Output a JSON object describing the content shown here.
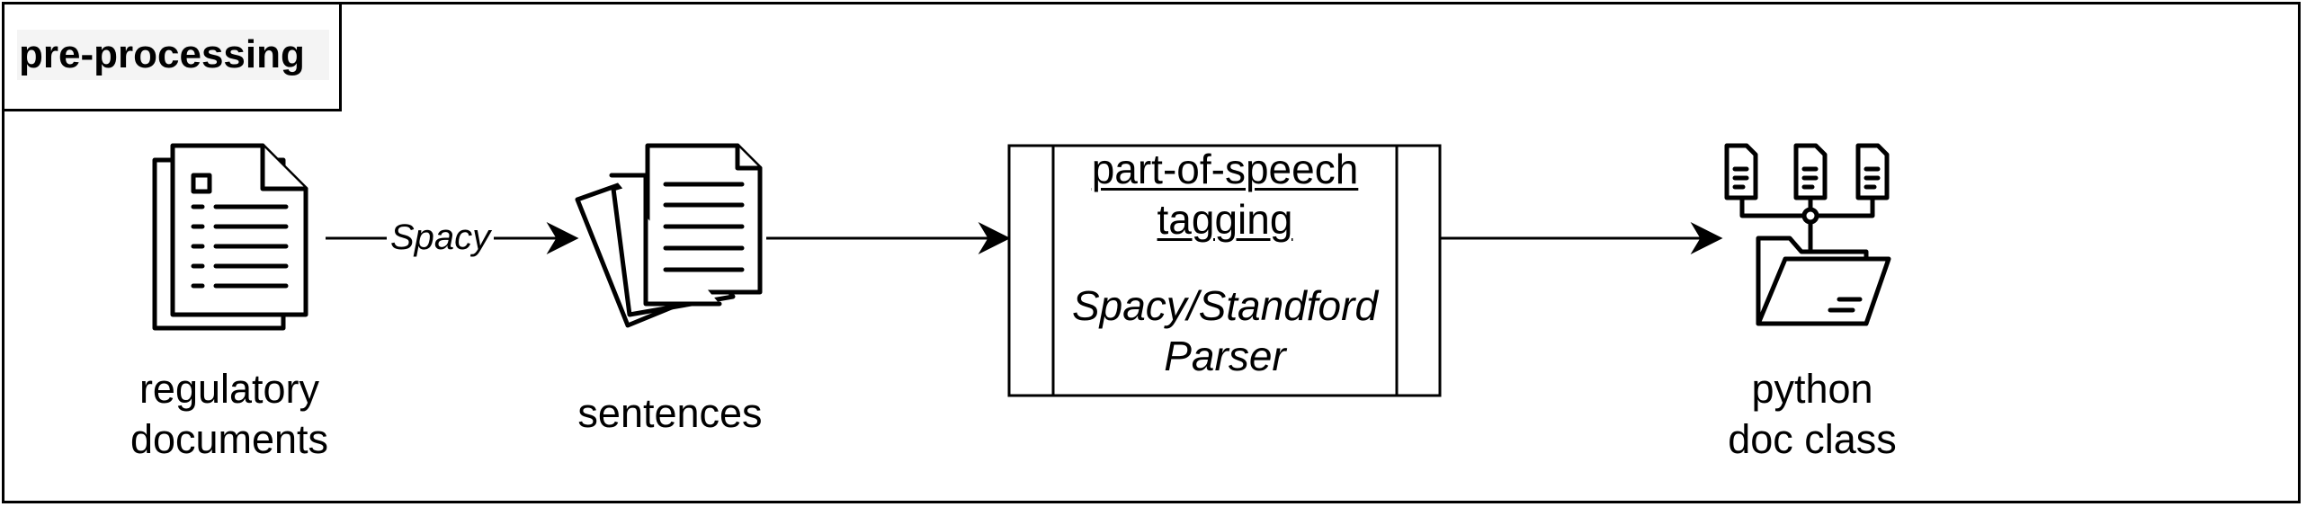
{
  "title": "pre-processing",
  "nodes": {
    "regulatory_documents": {
      "label_line1": "regulatory",
      "label_line2": "documents",
      "icon": "document-icon"
    },
    "sentences": {
      "label": "sentences",
      "icon": "stacked-pages-icon"
    },
    "pos_tagging": {
      "line1": "part-of-speech",
      "line2": "tagging",
      "line3": "Spacy/Standford",
      "line4": "Parser"
    },
    "python_doc_class": {
      "label_line1": "python",
      "label_line2": "doc class",
      "icon": "folder-tree-icon"
    }
  },
  "edges": {
    "docs_to_sentences_label": "Spacy"
  }
}
